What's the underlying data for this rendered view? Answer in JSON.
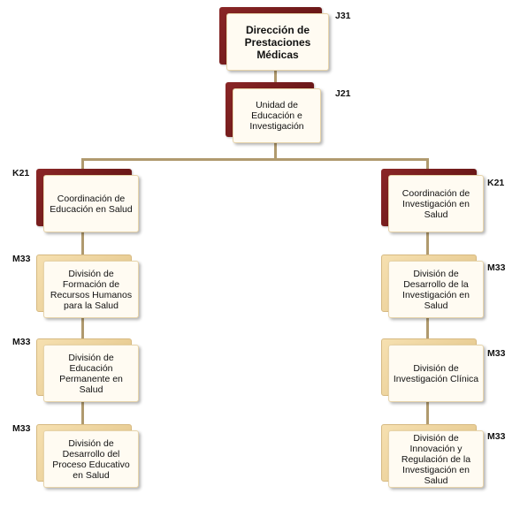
{
  "org_chart": {
    "top": {
      "director": {
        "label": "Dirección de Prestaciones Médicas",
        "code": "J31"
      },
      "unit": {
        "label": "Unidad de Educación e Investigación",
        "code": "J21"
      }
    },
    "left_branch": {
      "coordination": {
        "label": "Coordinación de Educación  en Salud",
        "code": "K21"
      },
      "divisions": [
        {
          "label": "División de Formación de Recursos Humanos para la Salud",
          "code": "M33"
        },
        {
          "label": "División de Educación Permanente en Salud",
          "code": "M33"
        },
        {
          "label": "División de Desarrollo del Proceso Educativo en Salud",
          "code": "M33"
        }
      ]
    },
    "right_branch": {
      "coordination": {
        "label": "Coordinación de Investigación en Salud",
        "code": "K21"
      },
      "divisions": [
        {
          "label": "División de Desarrollo de la Investigación en Salud",
          "code": "M33"
        },
        {
          "label": "División de Investigación Clínica",
          "code": "M33"
        },
        {
          "label": "División de Innovación y Regulación de la Investigación en Salud",
          "code": "M33"
        }
      ]
    }
  },
  "colors": {
    "head_back": "#6e1a1a",
    "division_back": "#ecd29c",
    "front": "#fffbf2",
    "connector": "#b09a6e"
  }
}
